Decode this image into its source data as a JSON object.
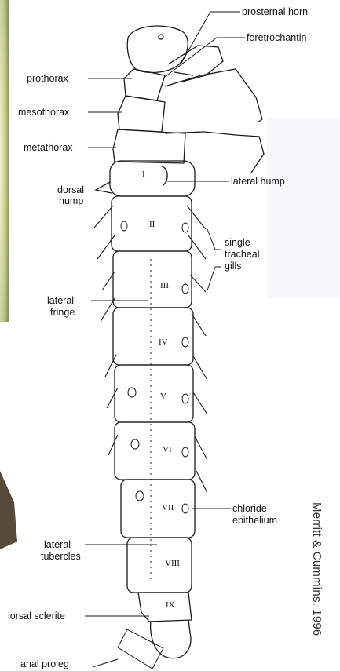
{
  "figure": {
    "labels": {
      "prosternal_horn": "prosternal horn",
      "foretrochantin": "foretrochantin",
      "prothorax": "prothorax",
      "mesothorax": "mesothorax",
      "metathorax": "metathorax",
      "dorsal_hump_1": "dorsal",
      "dorsal_hump_2": "hump",
      "lateral_hump": "lateral hump",
      "single_tracheal_gills_1": "single",
      "single_tracheal_gills_2": "tracheal",
      "single_tracheal_gills_3": "gills",
      "lateral_fringe_1": "lateral",
      "lateral_fringe_2": "fringe",
      "chloride_epithelium_1": "chloride",
      "chloride_epithelium_2": "epithelium",
      "lateral_tubercles_1": "lateral",
      "lateral_tubercles_2": "tubercles",
      "dorsal_sclerite": "lorsal sclerite",
      "anal_proleg": "anal proleg"
    },
    "segments": [
      "I",
      "II",
      "III",
      "IV",
      "V",
      "VI",
      "VII",
      "VIII",
      "IX"
    ],
    "credit": "Merritt & Cummins, 1996",
    "colors": {
      "ink": "#1a1a1a",
      "paper": "#ffffff",
      "left_photo": "#b9c27a",
      "left_dark": "#3a2a18"
    }
  }
}
